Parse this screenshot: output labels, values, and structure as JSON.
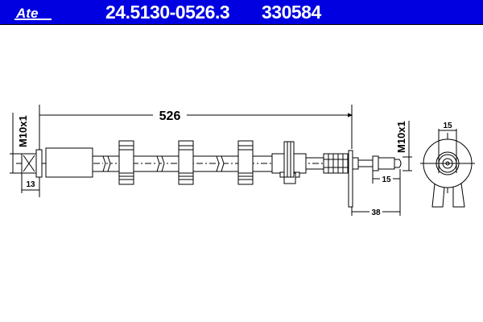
{
  "header": {
    "brand": "Ate",
    "part_number": "24.5130-0526.3",
    "ref_number": "330584",
    "background": "#0000e0"
  },
  "dimensions": {
    "length": "526",
    "thread_left": "M10x1",
    "thread_right": "M10x1",
    "left_nut": "13",
    "right_fitting": "15",
    "right_offset": "38",
    "end_view_width": "15"
  }
}
